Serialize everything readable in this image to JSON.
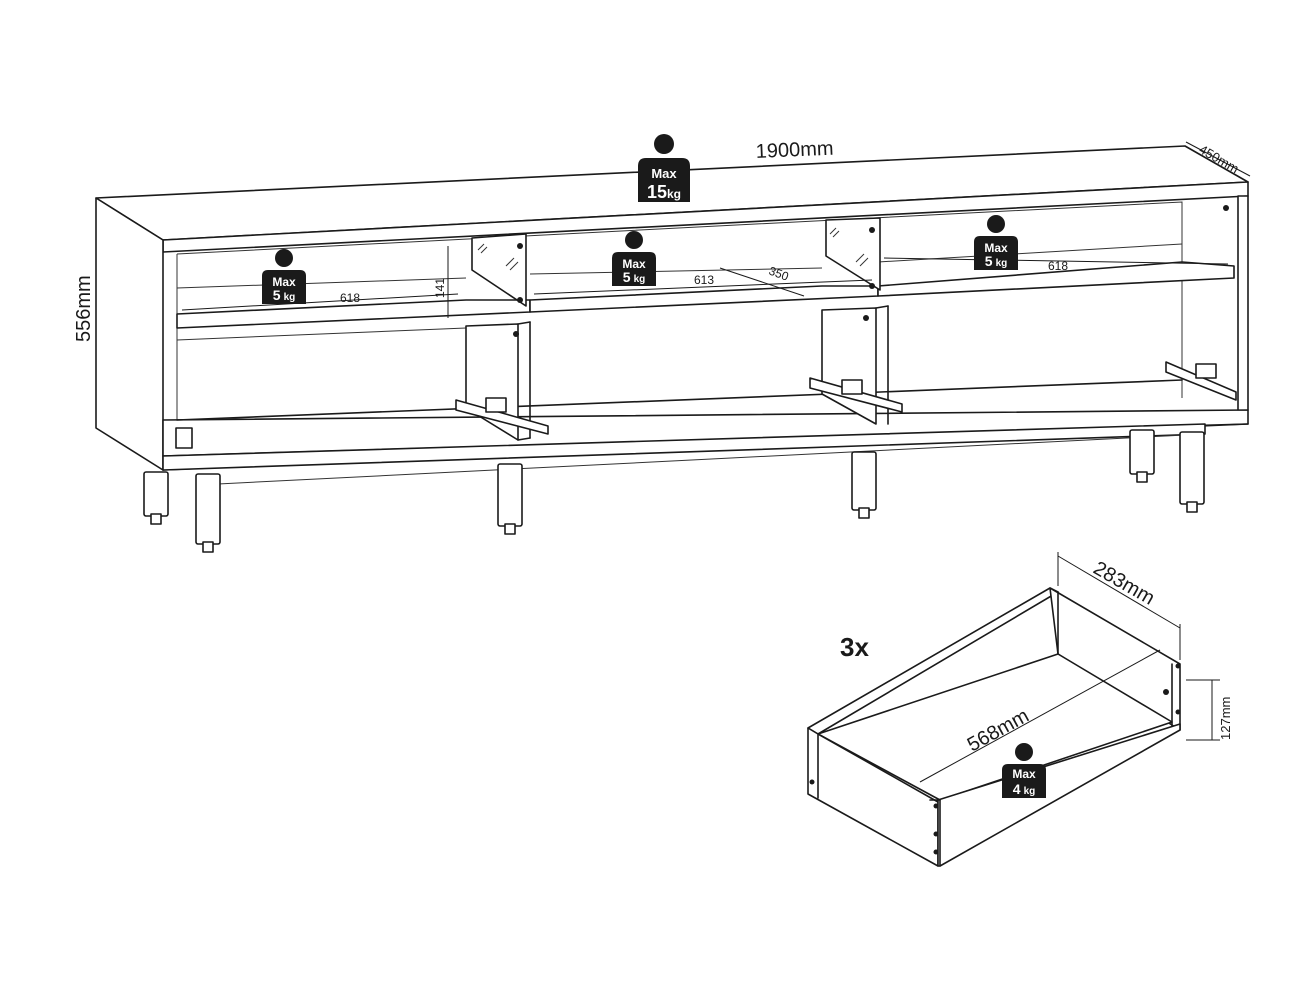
{
  "cabinet": {
    "width_label": "1900mm",
    "depth_label": "450mm",
    "height_label": "556mm",
    "top_load": {
      "max": "Max",
      "value": "15",
      "unit": "kg"
    },
    "shelves": [
      {
        "max": "Max",
        "value": "5",
        "unit": "kg",
        "width_label": "618"
      },
      {
        "max": "Max",
        "value": "5",
        "unit": "kg",
        "width_label": "613"
      },
      {
        "max": "Max",
        "value": "5",
        "unit": "kg",
        "width_label": "618"
      }
    ],
    "shelf_depth_label": "350",
    "shelf_height_label": "141"
  },
  "drawer": {
    "quantity": "3x",
    "width_label": "283mm",
    "length_label": "568mm",
    "height_label": "127mm",
    "load": {
      "max": "Max",
      "value": "4",
      "unit": "kg"
    }
  }
}
